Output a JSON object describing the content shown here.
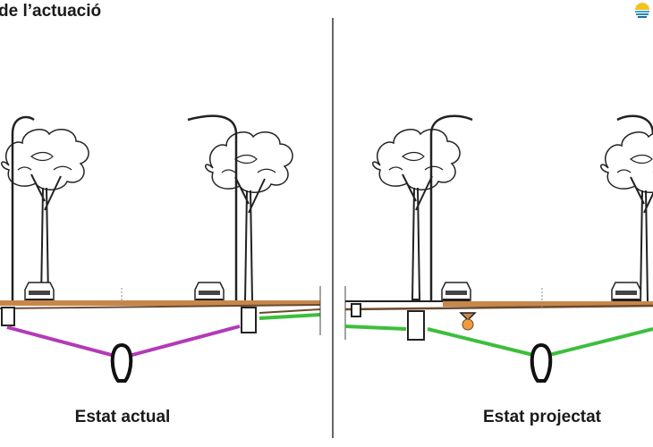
{
  "slide": {
    "title": "de l’actuació",
    "logo_icon": "water-sun-logo"
  },
  "panels": [
    {
      "label": "Estat actual",
      "pipe_color": "#b33ab8"
    },
    {
      "label": "Estat projectat",
      "pipe_color": "#3cbf3c",
      "new_pipe_color": "#f09a40"
    }
  ],
  "colors": {
    "road": "#c8874a",
    "road_dark": "#6b4a2e",
    "line": "#222222"
  }
}
